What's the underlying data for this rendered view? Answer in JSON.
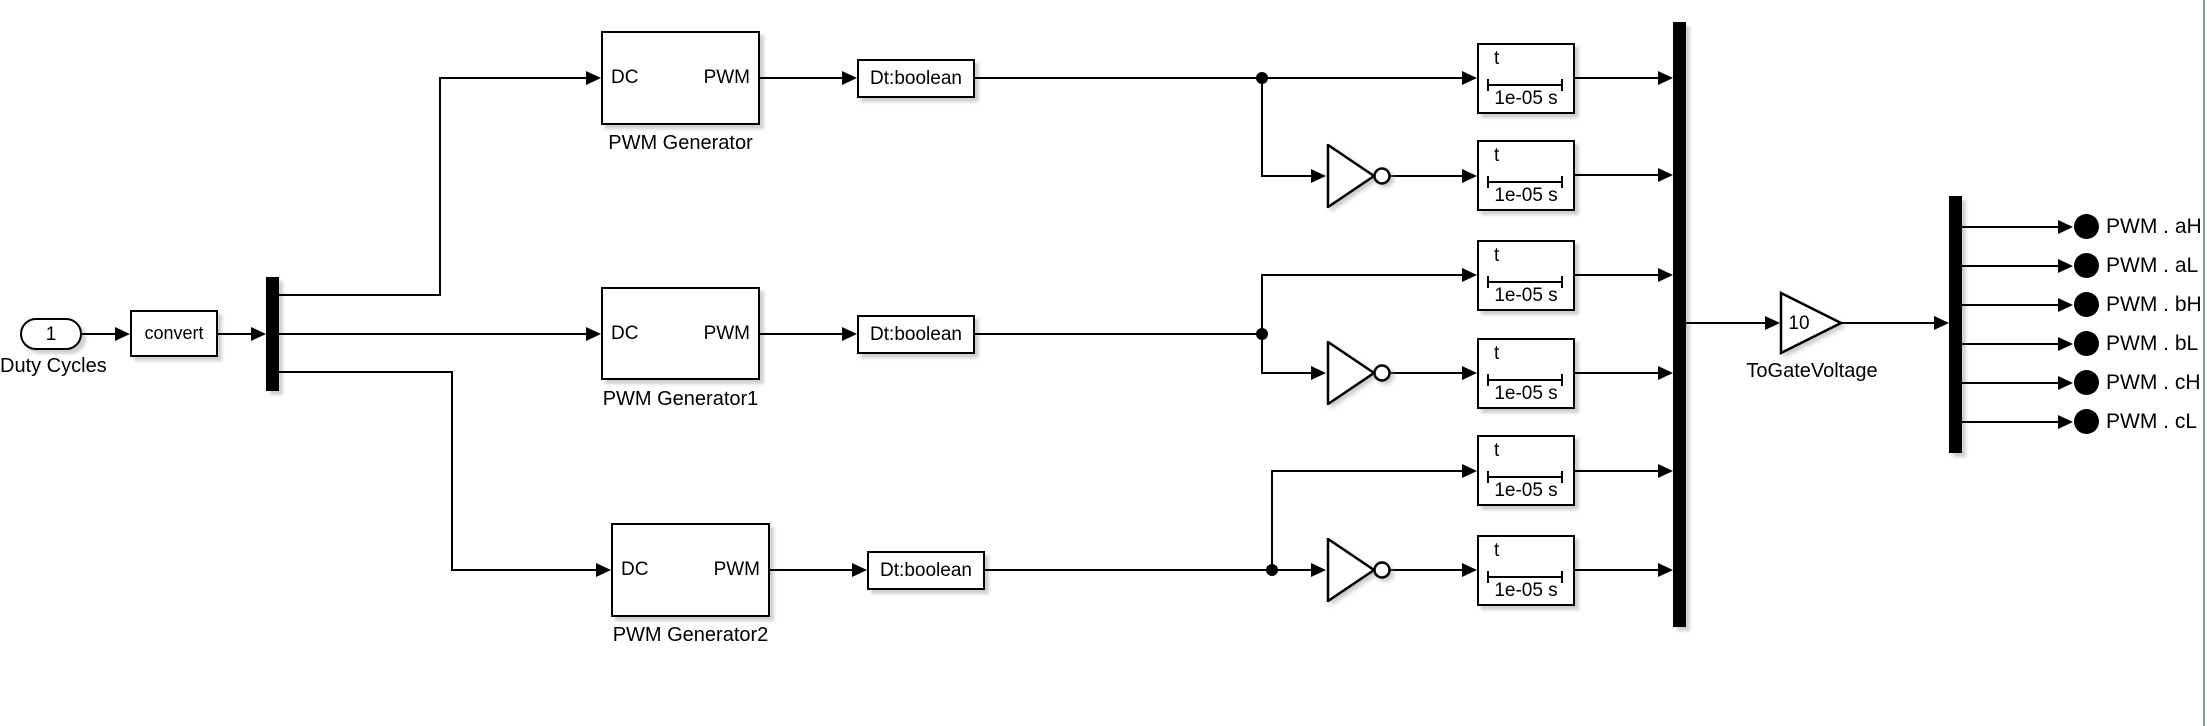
{
  "input_port": {
    "number": "1",
    "label": "Duty Cycles"
  },
  "convert_block": {
    "label": "convert"
  },
  "generators": [
    {
      "port_in": "DC",
      "port_out": "PWM",
      "name": "PWM Generator"
    },
    {
      "port_in": "DC",
      "port_out": "PWM",
      "name": "PWM Generator1"
    },
    {
      "port_in": "DC",
      "port_out": "PWM",
      "name": "PWM Generator2"
    }
  ],
  "dt_blocks": [
    {
      "label": "Dt:boolean"
    },
    {
      "label": "Dt:boolean"
    },
    {
      "label": "Dt:boolean"
    }
  ],
  "delays": [
    {
      "t": "t",
      "value": "1e-05 s"
    },
    {
      "t": "t",
      "value": "1e-05 s"
    },
    {
      "t": "t",
      "value": "1e-05 s"
    },
    {
      "t": "t",
      "value": "1e-05 s"
    },
    {
      "t": "t",
      "value": "1e-05 s"
    },
    {
      "t": "t",
      "value": "1e-05 s"
    }
  ],
  "gain": {
    "value": "10",
    "label": "ToGateVoltage"
  },
  "outputs": [
    {
      "label": "PWM . aH"
    },
    {
      "label": "PWM . aL"
    },
    {
      "label": "PWM . bH"
    },
    {
      "label": "PWM . bL"
    },
    {
      "label": "PWM . cH"
    },
    {
      "label": "PWM . cL"
    }
  ],
  "colors": {
    "wire": "#000000",
    "block_fill": "#ffffff",
    "canvas_edge": "#8f97a1"
  }
}
